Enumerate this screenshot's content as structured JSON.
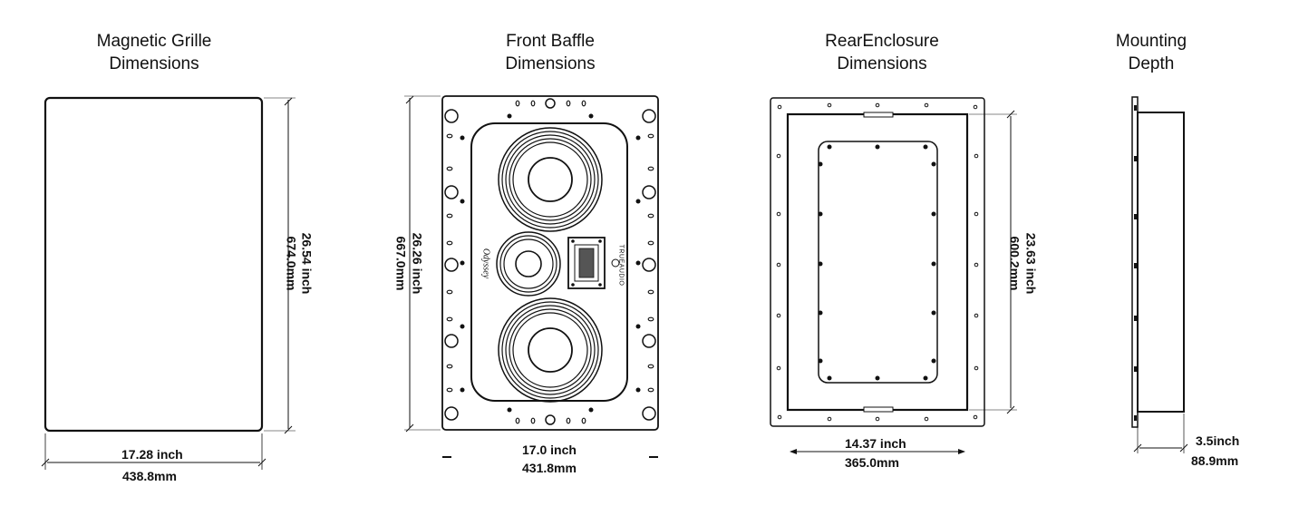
{
  "panels": {
    "grille": {
      "title_line1": "Magnetic Grille",
      "title_line2": "Dimensions",
      "width_inch": "17.28 inch",
      "width_mm": "438.8mm",
      "height_inch": "26.54 inch",
      "height_mm": "674.0mm"
    },
    "baffle": {
      "title_line1": "Front Baffle",
      "title_line2": "Dimensions",
      "width_inch": "17.0 inch",
      "width_mm": "431.8mm",
      "height_inch": "26.26 inch",
      "height_mm": "667.0mm",
      "logo_text": "Odyssey",
      "tweeter_brand": "TRUEAUDIO"
    },
    "enclosure": {
      "title_line1": "RearEnclosure",
      "title_line2": "Dimensions",
      "width_inch": "14.37 inch",
      "width_mm": "365.0mm",
      "height_inch": "23.63 inch",
      "height_mm": "600.2mm"
    },
    "depth": {
      "title_line1": "Mounting",
      "title_line2": "Depth",
      "depth_inch": "3.5inch",
      "depth_mm": "88.9mm"
    }
  }
}
